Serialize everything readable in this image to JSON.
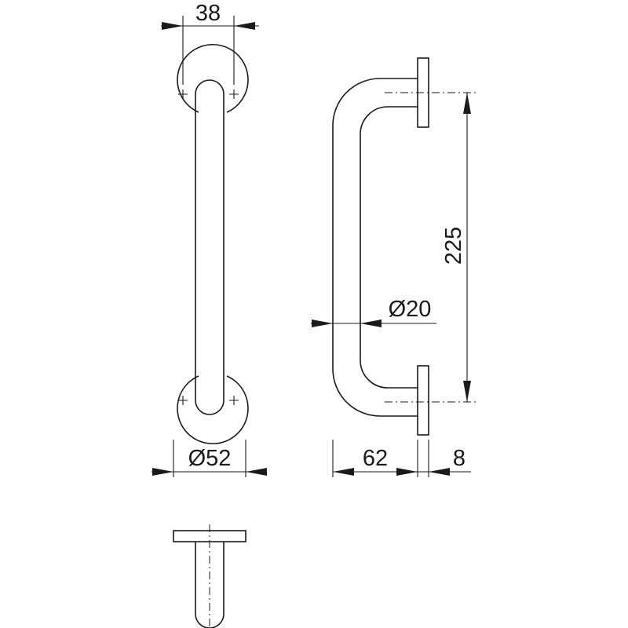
{
  "dimensions": {
    "rose_hole_spacing": "38",
    "rose_diameter": "Ø52",
    "center_distance": "225",
    "bar_diameter": "Ø20",
    "projection": "62",
    "rose_thickness": "8"
  },
  "colors": {
    "line": "#1a1a1a",
    "background": "#ffffff"
  }
}
